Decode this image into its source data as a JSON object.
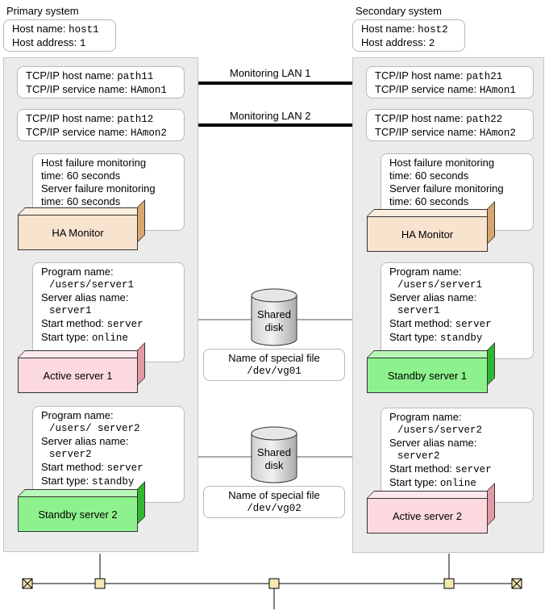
{
  "primary": {
    "title": "Primary system",
    "host": {
      "name_label": "Host name: ",
      "name_value": "host1",
      "addr_label": "Host address: ",
      "addr_value": "1"
    },
    "lan1": {
      "host_label": "TCP/IP host name: ",
      "host_value": "path11",
      "svc_label": "TCP/IP service name: ",
      "svc_value": "HAmon1"
    },
    "lan2": {
      "host_label": "TCP/IP host name: ",
      "host_value": "path12",
      "svc_label": "TCP/IP service name: ",
      "svc_value": "HAmon2"
    },
    "monitor": {
      "l1": "Host failure monitoring",
      "l2": "time: 60 seconds",
      "l3": "Server failure monitoring",
      "l4": "time: 60 seconds"
    },
    "ha_label": "HA Monitor",
    "server1": {
      "prog_label": "Program name:",
      "prog_value": "/users/server1",
      "alias_label": "Server alias name:",
      "alias_value": "server1",
      "method_label": "Start method: ",
      "method_value": "server",
      "type_label": "Start type: ",
      "type_value": "online",
      "block": "Active server 1"
    },
    "server2": {
      "prog_label": "Program name:",
      "prog_value": "/users/ server2",
      "alias_label": "Server alias name:",
      "alias_value": "server2",
      "method_label": "Start method: ",
      "method_value": "server",
      "type_label": "Start type: ",
      "type_value": "standby",
      "block": "Standby server 2"
    }
  },
  "secondary": {
    "title": "Secondary system",
    "host": {
      "name_label": "Host name: ",
      "name_value": "host2",
      "addr_label": "Host address: ",
      "addr_value": "2"
    },
    "lan1": {
      "host_label": "TCP/IP host name: ",
      "host_value": "path21",
      "svc_label": "TCP/IP service name: ",
      "svc_value": "HAmon1"
    },
    "lan2": {
      "host_label": "TCP/IP host name: ",
      "host_value": "path22",
      "svc_label": "TCP/IP service name: ",
      "svc_value": "HAmon2"
    },
    "monitor": {
      "l1": "Host failure monitoring",
      "l2": "time: 60 seconds",
      "l3": "Server failure monitoring",
      "l4": "time: 60 seconds"
    },
    "ha_label": "HA Monitor",
    "server1": {
      "prog_label": "Program name:",
      "prog_value": "/users/server1",
      "alias_label": "Server alias name:",
      "alias_value": "server1",
      "method_label": "Start method: ",
      "method_value": "server",
      "type_label": "Start type: ",
      "type_value": "standby",
      "block": "Standby server 1"
    },
    "server2": {
      "prog_label": "Program name:",
      "prog_value": "/users/server2",
      "alias_label": "Server alias name:",
      "alias_value": "server2",
      "method_label": "Start method: ",
      "method_value": "server",
      "type_label": "Start type: ",
      "type_value": "online",
      "block": "Active server 2"
    }
  },
  "network": {
    "lan1": "Monitoring LAN 1",
    "lan2": "Monitoring LAN 2"
  },
  "disks": [
    {
      "label1": "Shared",
      "label2": "disk",
      "special_label": "Name of special file",
      "special_value": "/dev/vg01"
    },
    {
      "label1": "Shared",
      "label2": "disk",
      "special_label": "Name of special file",
      "special_value": "/dev/vg02"
    }
  ],
  "colors": {
    "ha": "#f8e3cf",
    "active": "#fcd9df",
    "standby": "#8df28d",
    "panel": "#ebebeb"
  }
}
